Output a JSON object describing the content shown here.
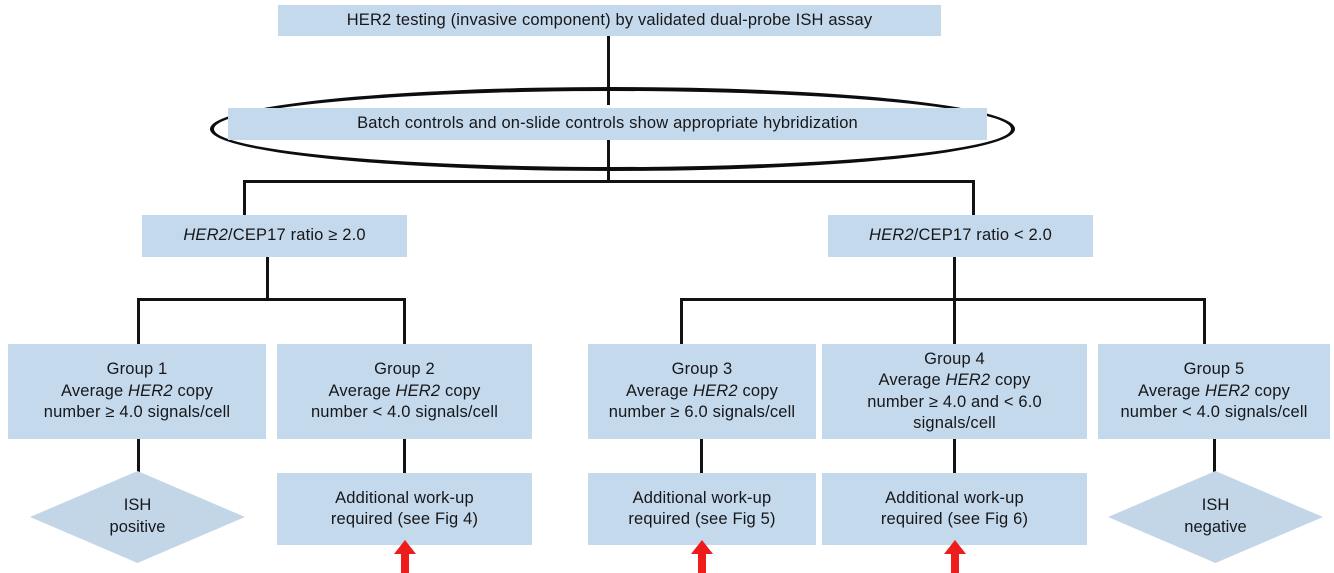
{
  "figure": {
    "type": "flowchart",
    "title_node": "HER2 testing (invasive component) by validated dual-probe ISH assay",
    "control_node": "Batch controls and on-slide controls show appropriate hybridization",
    "branches": {
      "left": {
        "ratio_prefix": "HER2",
        "ratio_rest": "/CEP17 ratio ≥ 2.0"
      },
      "right": {
        "ratio_prefix": "HER2",
        "ratio_rest": "/CEP17 ratio < 2.0"
      }
    },
    "groups": [
      {
        "id": "group-1",
        "line1": "Group 1",
        "line2_pre": "Average ",
        "line2_em": "HER2",
        "line2_post": " copy",
        "line3": "number ≥ 4.0 signals/cell",
        "line4": ""
      },
      {
        "id": "group-2",
        "line1": "Group 2",
        "line2_pre": "Average ",
        "line2_em": "HER2",
        "line2_post": " copy",
        "line3": "number < 4.0 signals/cell",
        "line4": ""
      },
      {
        "id": "group-3",
        "line1": "Group 3",
        "line2_pre": "Average ",
        "line2_em": "HER2",
        "line2_post": " copy",
        "line3": "number ≥ 6.0 signals/cell",
        "line4": ""
      },
      {
        "id": "group-4",
        "line1": "Group 4",
        "line2_pre": "Average ",
        "line2_em": "HER2",
        "line2_post": " copy",
        "line3": "number ≥ 4.0 and < 6.0",
        "line4": "signals/cell"
      },
      {
        "id": "group-5",
        "line1": "Group 5",
        "line2_pre": "Average ",
        "line2_em": "HER2",
        "line2_post": " copy",
        "line3": "number < 4.0 signals/cell",
        "line4": ""
      }
    ],
    "outcomes": [
      {
        "id": "ish-positive",
        "shape": "diamond",
        "line1": "ISH",
        "line2": "positive",
        "has_red_arrow": false
      },
      {
        "id": "workup-fig4",
        "shape": "box",
        "line1": "Additional work-up",
        "line2": "required (see Fig 4)",
        "has_red_arrow": true
      },
      {
        "id": "workup-fig5",
        "shape": "box",
        "line1": "Additional work-up",
        "line2": "required (see Fig 5)",
        "has_red_arrow": true
      },
      {
        "id": "workup-fig6",
        "shape": "box",
        "line1": "Additional work-up",
        "line2": "required (see Fig 6)",
        "has_red_arrow": true
      },
      {
        "id": "ish-negative",
        "shape": "diamond",
        "line1": "ISH",
        "line2": "negative",
        "has_red_arrow": false
      }
    ],
    "colors": {
      "box_fill": "#c5d9ec",
      "diamond_fill": "#c3d6e8",
      "connector": "#111214",
      "ellipse_stroke": "#0c0d0f",
      "annotation_arrow": "#ee1c1c",
      "text": "#16171a",
      "background": "#ffffff"
    }
  }
}
